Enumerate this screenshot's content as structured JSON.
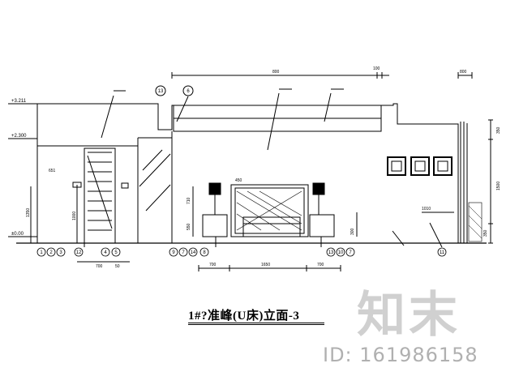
{
  "drawing": {
    "title": "1#?准峰(U床)立面-3",
    "levels": [
      "+3.211",
      "+2.300",
      "±0.00"
    ],
    "top_dims": [
      "800",
      "100",
      "800"
    ],
    "right_dims": [
      "350",
      "1500",
      "350"
    ],
    "left_dims": [
      "651",
      "1350",
      "1000"
    ],
    "mid_dims": [
      "450",
      "710",
      "550",
      "300",
      "1010"
    ],
    "bottom_dims": [
      "700",
      "50",
      "700",
      "1650",
      "700"
    ],
    "bottom_markers": [
      "1",
      "2",
      "3",
      "12",
      "4",
      "5",
      "9",
      "7",
      "14",
      "8",
      "13",
      "10",
      "7",
      "11"
    ],
    "callout_circles": [
      "13",
      "6"
    ]
  },
  "watermark": {
    "logo_text": "知末",
    "id_text": "ID: 161986158"
  }
}
